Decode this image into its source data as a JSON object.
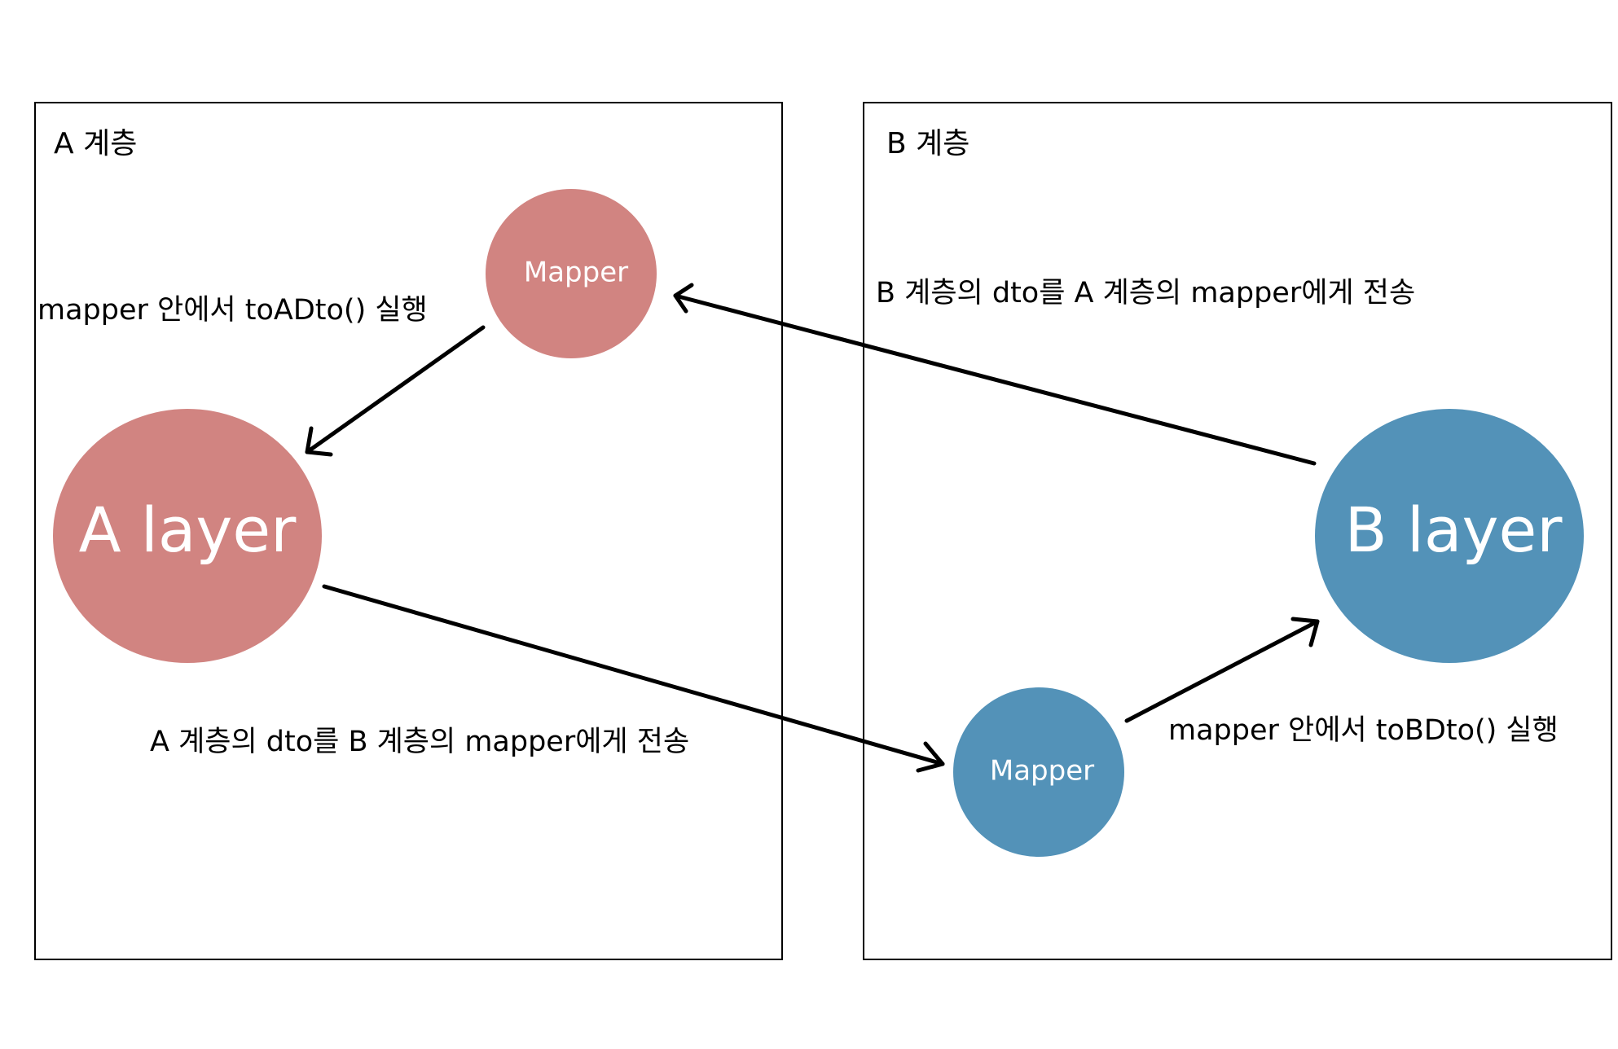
{
  "colors": {
    "a_circle": "#d18481",
    "b_circle": "#5392b8",
    "circle_text": "#ffffff",
    "stroke": "#000000",
    "background": "#ffffff"
  },
  "layer_a": {
    "title": "A 계층",
    "node_label": "A layer",
    "mapper_label": "Mapper",
    "mapper_note": "mapper 안에서 toADto() 실행",
    "send_note": "A 계층의 dto를 B 계층의 mapper에게 전송"
  },
  "layer_b": {
    "title": "B 계층",
    "node_label": "B layer",
    "mapper_label": "Mapper",
    "mapper_note": "mapper 안에서 toBDto() 실행",
    "send_note": "B 계층의 dto를 A 계층의 mapper에게 전송"
  }
}
